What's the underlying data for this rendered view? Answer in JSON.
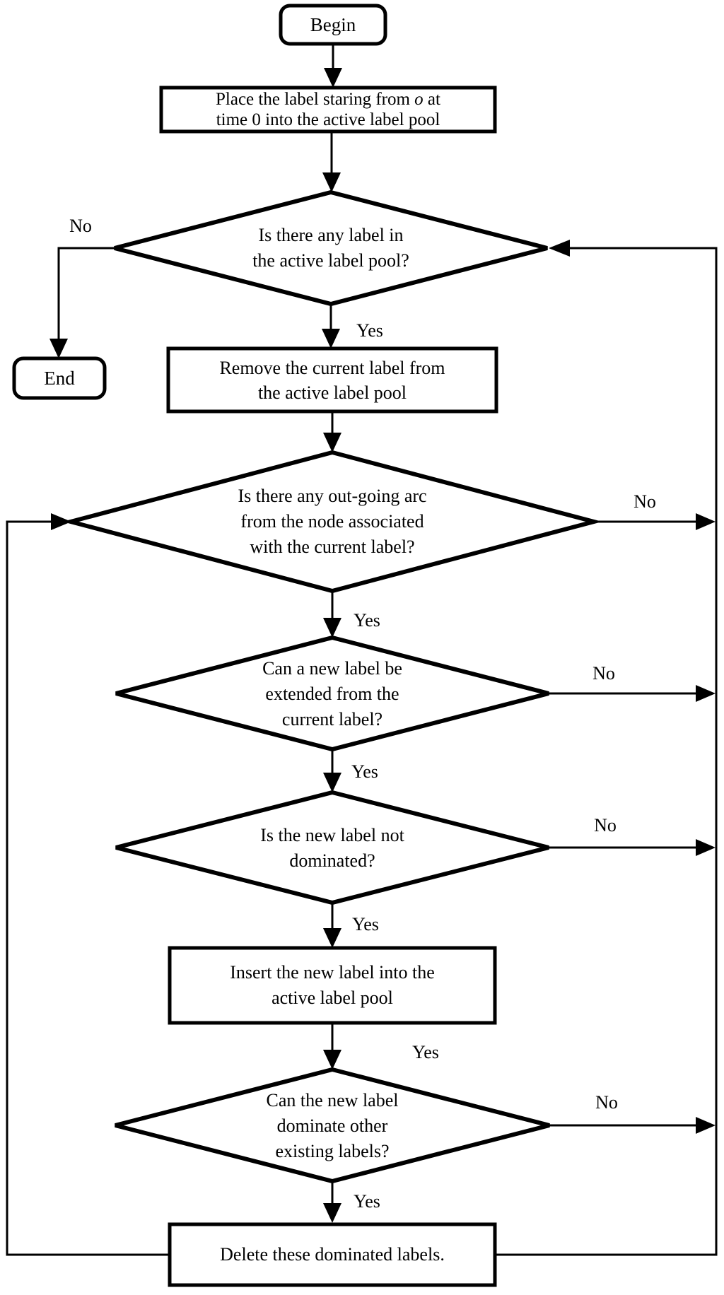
{
  "diagram": {
    "type": "flowchart",
    "colors": {
      "background": "#ffffff",
      "stroke": "#000000",
      "text": "#000000"
    },
    "nodes": {
      "begin": {
        "type": "terminator",
        "label": "Begin"
      },
      "place": {
        "type": "process",
        "line1_prefix": "Place the label staring from ",
        "line1_var": "o",
        "line1_suffix": " at",
        "line2": "time 0 into the active label pool"
      },
      "pool_check": {
        "type": "decision",
        "label": "Is there any label in\nthe active label pool?"
      },
      "end": {
        "type": "terminator",
        "label": "End"
      },
      "remove": {
        "type": "process",
        "label": "Remove the current label from\nthe active label pool"
      },
      "outgoing_arc": {
        "type": "decision",
        "label": "Is there any out-going arc\nfrom the node associated\nwith the current label?"
      },
      "extend": {
        "type": "decision",
        "label": "Can a new label be\nextended from the\ncurrent label?"
      },
      "not_dominated": {
        "type": "decision",
        "label": "Is the new label not\ndominated?"
      },
      "insert": {
        "type": "process",
        "label": "Insert the new label into the\nactive label pool"
      },
      "dominate": {
        "type": "decision",
        "label": "Can the new label\ndominate other\nexisting labels?"
      },
      "delete": {
        "type": "process",
        "label": "Delete these dominated labels."
      }
    },
    "edge_labels": {
      "yes": "Yes",
      "no": "No"
    }
  }
}
